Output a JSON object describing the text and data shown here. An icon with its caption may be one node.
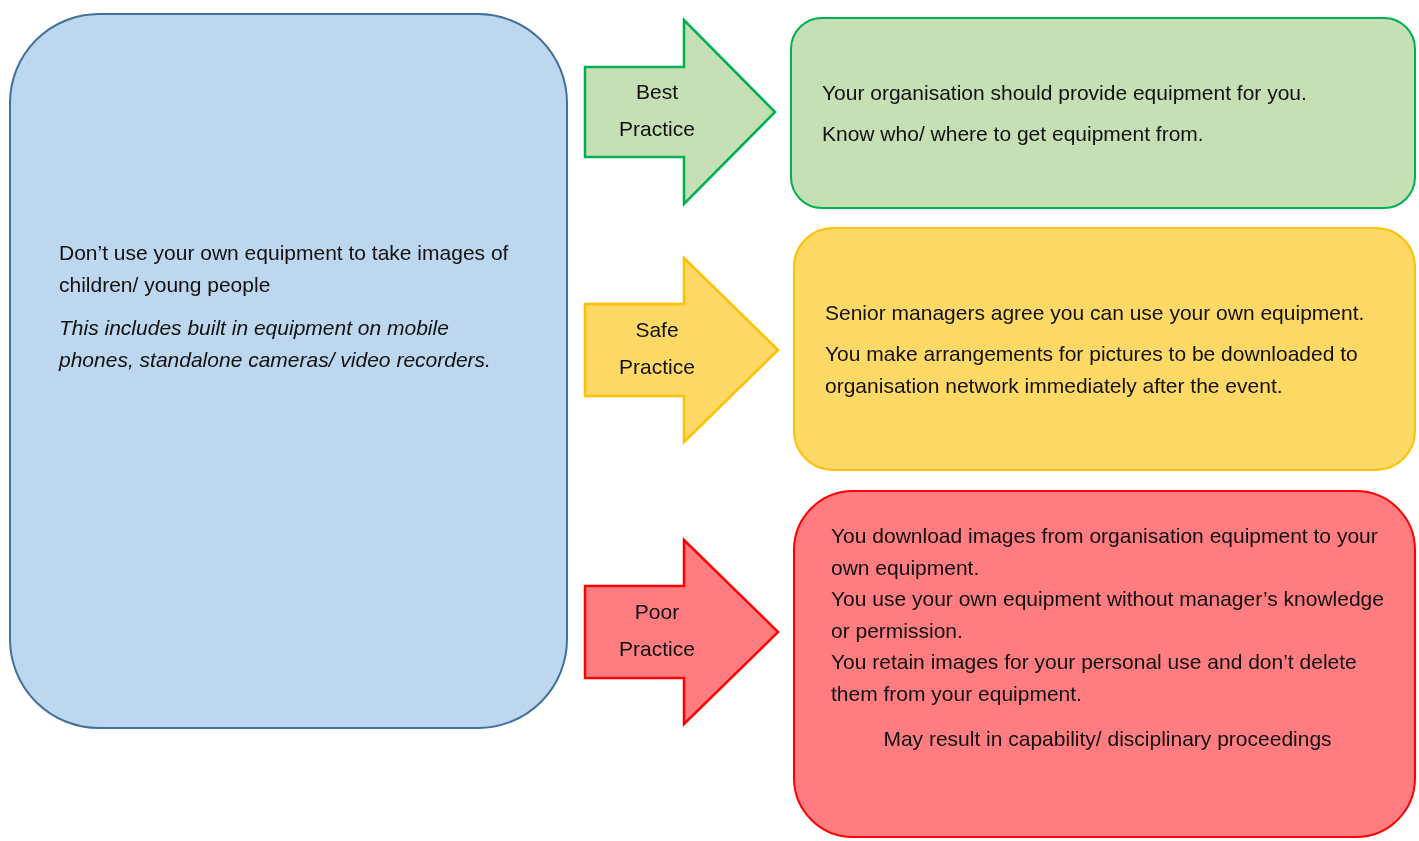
{
  "diagram": {
    "nodes": [
      {
        "text": [
          "Don’t use your own equipment to take images of children/ young people",
          "This includes built in equipment on mobile phones, standalone cameras/ video recorders."
        ]
      },
      {
        "text": [
          "Your organisation should provide equipment for you.",
          "Know who/ where to get equipment from."
        ]
      },
      {
        "text": [
          "Senior managers agree you can use your own equipment.",
          "You make arrangements for pictures to be downloaded to organisation network immediately after the event."
        ]
      },
      {
        "text": [
          "You download images from organisation equipment to your own equipment.",
          "You use your own equipment without manager’s knowledge or permission.",
          "You retain images for your personal use and don’t delete them from your equipment.",
          "May result in capability/ disciplinary proceedings"
        ]
      }
    ],
    "edges": [
      {
        "from": 0,
        "to": 1,
        "arrow": "to",
        "label": "Best Practice",
        "style": "thick",
        "color": "#00b050"
      },
      {
        "from": 0,
        "to": 2,
        "arrow": "to",
        "label": "Safe Practice",
        "style": "thick",
        "color": "#ffc000"
      },
      {
        "from": 0,
        "to": 3,
        "arrow": "to",
        "label": "Poor Practice",
        "style": "thick",
        "color": "#ff0000"
      }
    ]
  }
}
